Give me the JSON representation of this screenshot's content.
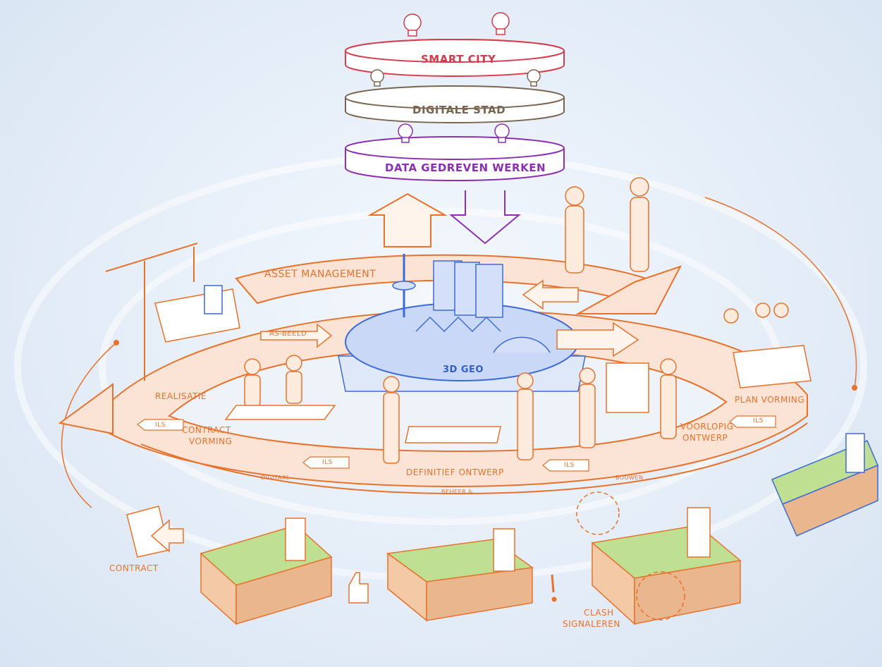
{
  "tiers": {
    "smart_city": "SMART CITY",
    "digitale_stad": "DIGITALE STAD",
    "data_gedreven": "DATA GEDREVEN WERKEN"
  },
  "ring": {
    "asset_management": "ASSET MANAGEMENT",
    "as_beeld": "AS-BEELD",
    "geo": "3D GEO",
    "realisatie": "REALISATIE",
    "contract_vorming_1": "CONTRACT",
    "contract_vorming_2": "VORMING",
    "plan_vorming": "PLAN VORMING",
    "voorlopig_1": "VOORLOPIG",
    "voorlopig_2": "ONTWERP",
    "definitief": "DEFINITIEF ONTWERP",
    "ils": "ILS",
    "digitaal": "DIGITAAL",
    "beheer": "BEHEER &",
    "bouwen": "BOUWEN"
  },
  "bottom": {
    "contract": "CONTRACT",
    "clash_1": "CLASH",
    "clash_2": "SIGNALEREN"
  },
  "colors": {
    "orange": "#e8722c",
    "smart_city": "#d63b4b",
    "digitale_stad": "#7a6650",
    "data_gedreven": "#8b2fb3",
    "geo_blue": "#2f5fcf",
    "ring_fill": "#fbe4d6"
  }
}
